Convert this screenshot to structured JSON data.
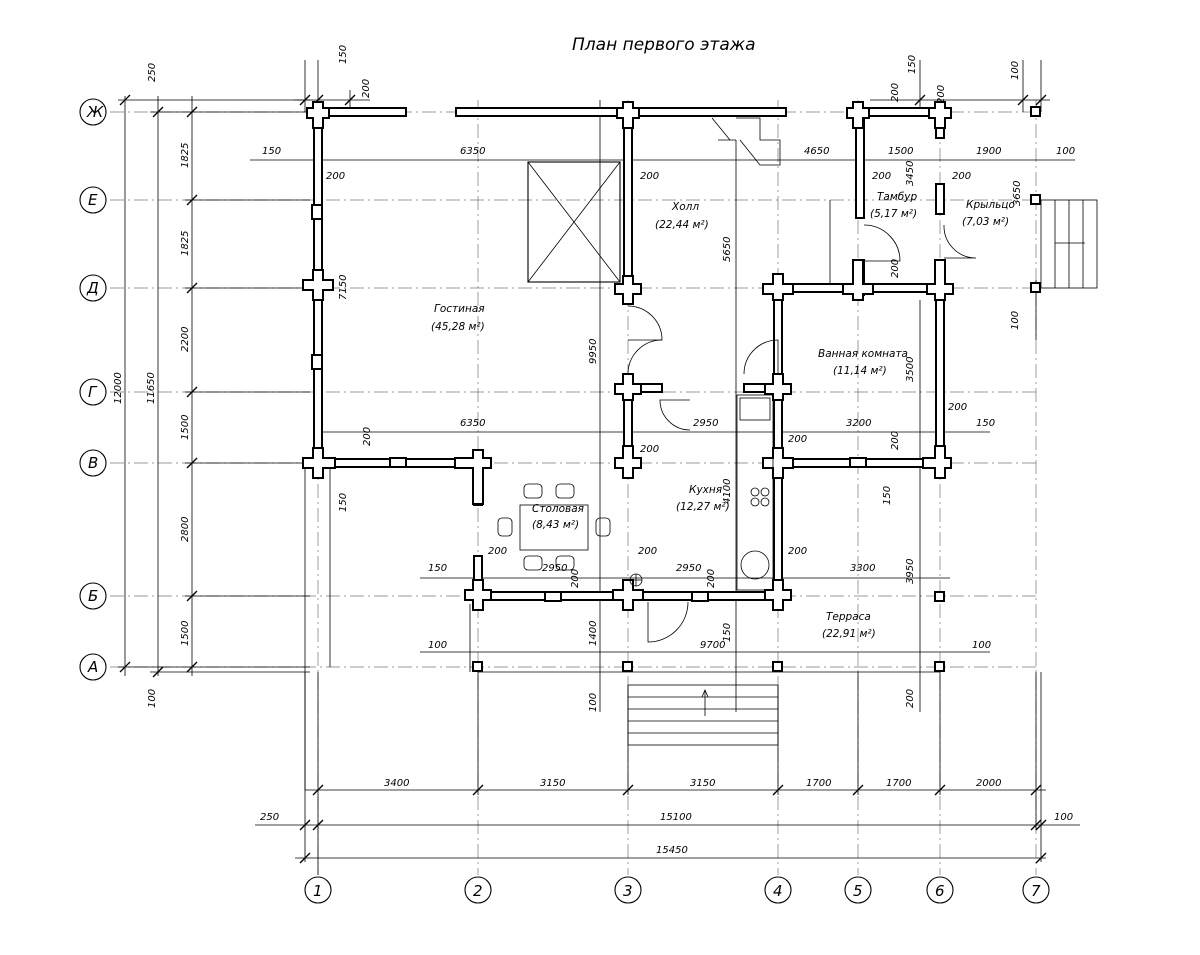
{
  "title": "План первого этажа",
  "axes": {
    "rows": [
      "Ж",
      "Е",
      "Д",
      "Г",
      "В",
      "Б",
      "А"
    ],
    "cols": [
      "1",
      "2",
      "3",
      "4",
      "5",
      "6",
      "7"
    ]
  },
  "rooms": [
    {
      "name": "Гостиная",
      "area": "(45,28 м²)"
    },
    {
      "name": "Холл",
      "area": "(22,44 м²)"
    },
    {
      "name": "Тамбур",
      "area": "(5,17 м²)"
    },
    {
      "name": "Крыльцо",
      "area": "(7,03 м²)"
    },
    {
      "name": "Ванная комната",
      "area": "(11,14 м²)"
    },
    {
      "name": "Кухня",
      "area": "(12,27 м²)"
    },
    {
      "name": "Столовая",
      "area": "(8,43 м²)"
    },
    {
      "name": "Терраса",
      "area": "(22,91 м²)"
    }
  ],
  "dims": {
    "left_outer": [
      "250",
      "1825",
      "1825",
      "2200",
      "1500",
      "2800",
      "1500",
      "100"
    ],
    "left_total_a": "11650",
    "left_total_b": "12000",
    "bottom_row1": [
      "3400",
      "3150",
      "3150",
      "1700",
      "1700",
      "2000"
    ],
    "bottom_row2": [
      "250",
      "15100",
      "100"
    ],
    "bottom_total": "15450",
    "top": [
      "150",
      "200",
      "150",
      "200",
      "200",
      "100"
    ],
    "interior": {
      "d6350_top": "6350",
      "d150_left": "150",
      "d200_a": "200",
      "d4650": "4650",
      "d1500": "1500",
      "d1900": "1900",
      "d100_r": "100",
      "d200_hall": "200",
      "d200_tambur": "200",
      "d200_kr": "200",
      "d3450": "3450",
      "d3650": "3650",
      "d7150": "7150",
      "d5650": "5650",
      "d9950": "9950",
      "d200_d": "200",
      "d100_r2": "100",
      "d3500": "3500",
      "d200_g": "200",
      "d6350_mid": "6350",
      "d2950_a": "2950",
      "d3200": "3200",
      "d150_b": "150",
      "d200_c": "200",
      "d200_e": "200",
      "d200_f": "200",
      "d200_h": "200",
      "d150_c": "150",
      "d150_d": "150",
      "d4100": "4100",
      "d200_i": "200",
      "d200_j": "200",
      "d200_k": "200",
      "d150_e": "150",
      "d2950_b": "2950",
      "d2950_c": "2950",
      "d3300": "3300",
      "d3950": "3950",
      "d200_l": "200",
      "d200_m": "200",
      "d1400": "1400",
      "d150_f": "150",
      "d9700": "9700",
      "d100_a": "100",
      "d100_b": "100",
      "d100_c": "100",
      "d200_n": "200"
    }
  }
}
